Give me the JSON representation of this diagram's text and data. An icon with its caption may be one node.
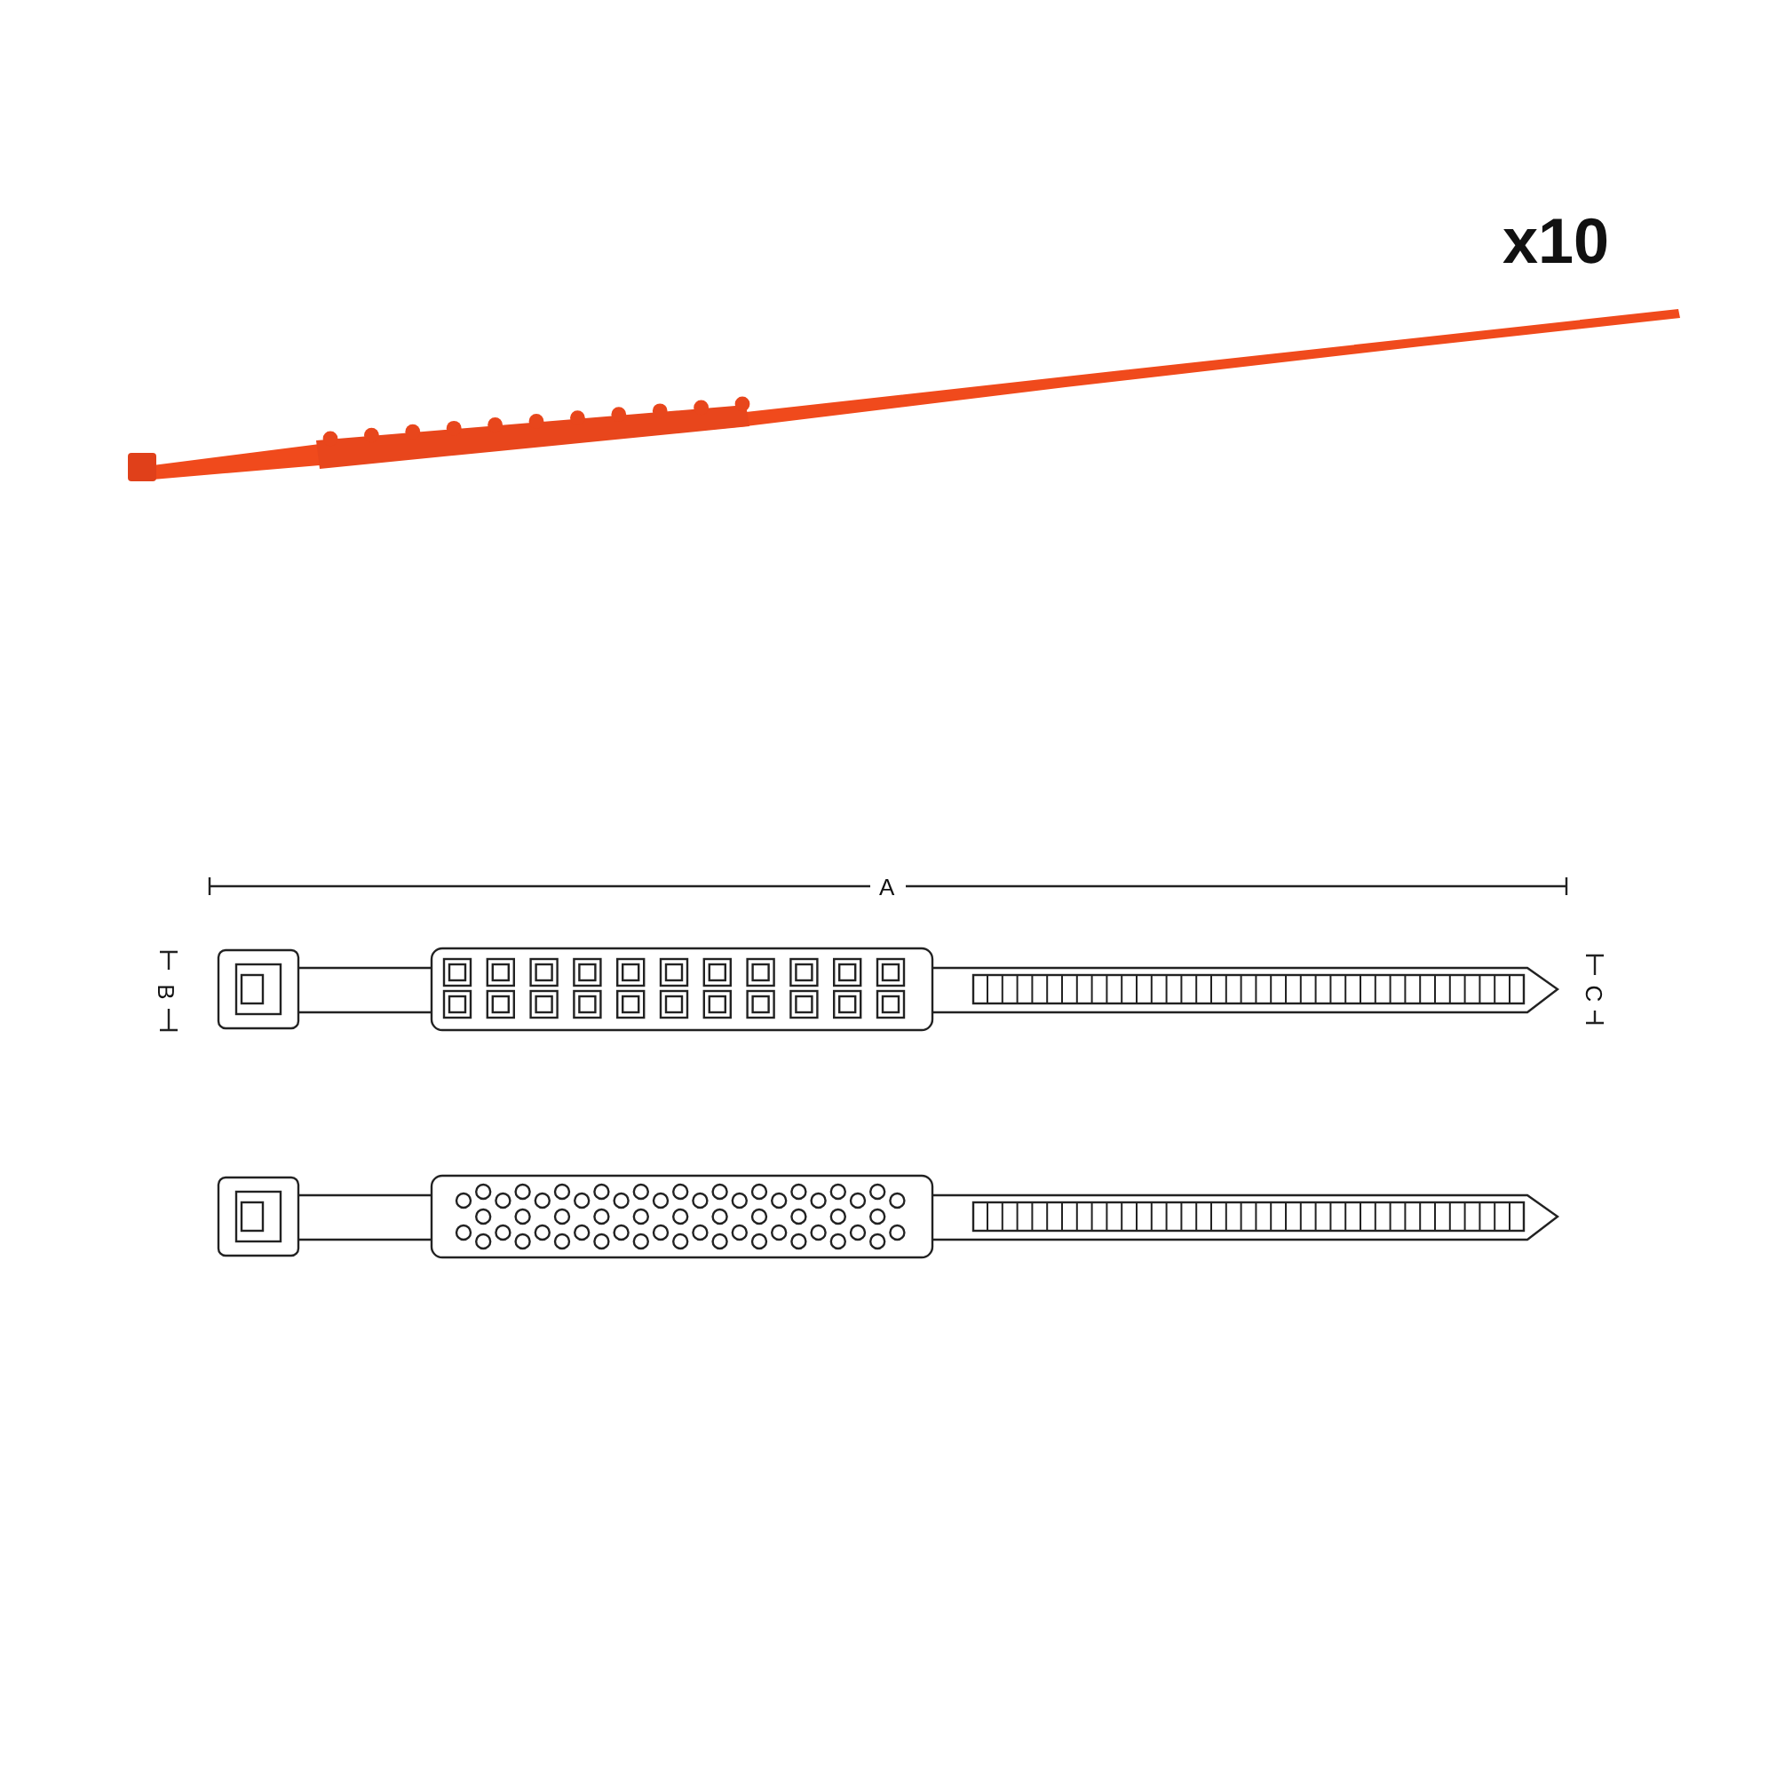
{
  "diagram": {
    "labels": [
      "x10",
      "A",
      "B",
      "C"
    ]
  }
}
